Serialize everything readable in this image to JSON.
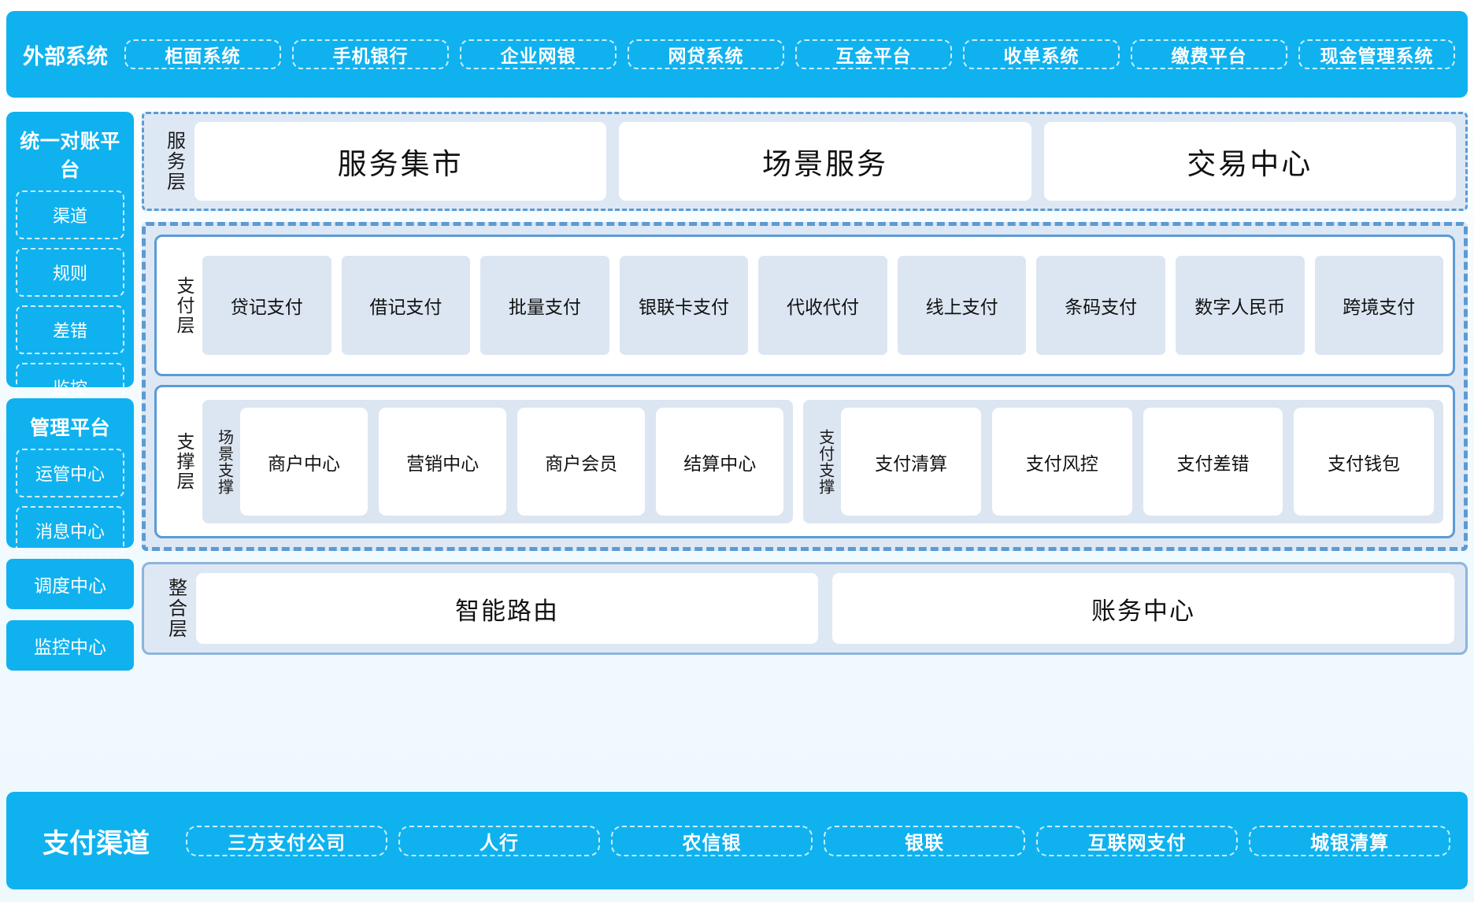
{
  "external": {
    "title": "外部系统",
    "items": [
      "柜面系统",
      "手机银行",
      "企业网银",
      "网贷系统",
      "互金平台",
      "收单系统",
      "缴费平台",
      "现金管理系统"
    ]
  },
  "left_rail": {
    "reconciliation": {
      "title": "统一对账平台",
      "items": [
        "渠道",
        "规则",
        "差错",
        "监控"
      ]
    },
    "management": {
      "title": "管理平台",
      "items": [
        "运管中心",
        "消息中心"
      ]
    },
    "standalone": [
      "调度中心",
      "监控中心"
    ]
  },
  "service_layer": {
    "label": "服务层",
    "cards": [
      "服务集市",
      "场景服务",
      "交易中心"
    ]
  },
  "payment_layer": {
    "label": "支付层",
    "cells": [
      "贷记支付",
      "借记支付",
      "批量支付",
      "银联卡支付",
      "代收代付",
      "线上支付",
      "条码支付",
      "数字人民币",
      "跨境支付"
    ]
  },
  "support_layer": {
    "label": "支撑层",
    "groups": [
      {
        "label": "场景支撑",
        "cells": [
          "商户中心",
          "营销中心",
          "商户会员",
          "结算中心"
        ]
      },
      {
        "label": "支付支撑",
        "cells": [
          "支付清算",
          "支付风控",
          "支付差错",
          "支付钱包"
        ]
      }
    ]
  },
  "integration_layer": {
    "label": "整合层",
    "cards": [
      "智能路由",
      "账务中心"
    ]
  },
  "channel": {
    "title": "支付渠道",
    "items": [
      "三方支付公司",
      "人行",
      "农信银",
      "银联",
      "互联网支付",
      "城银清算"
    ]
  },
  "colors": {
    "brand_blue": "#0FB2EF",
    "panel_border": "#5B9BD5",
    "panel_fill": "#DEE8F4",
    "cell_fill": "#DCE6F2"
  }
}
